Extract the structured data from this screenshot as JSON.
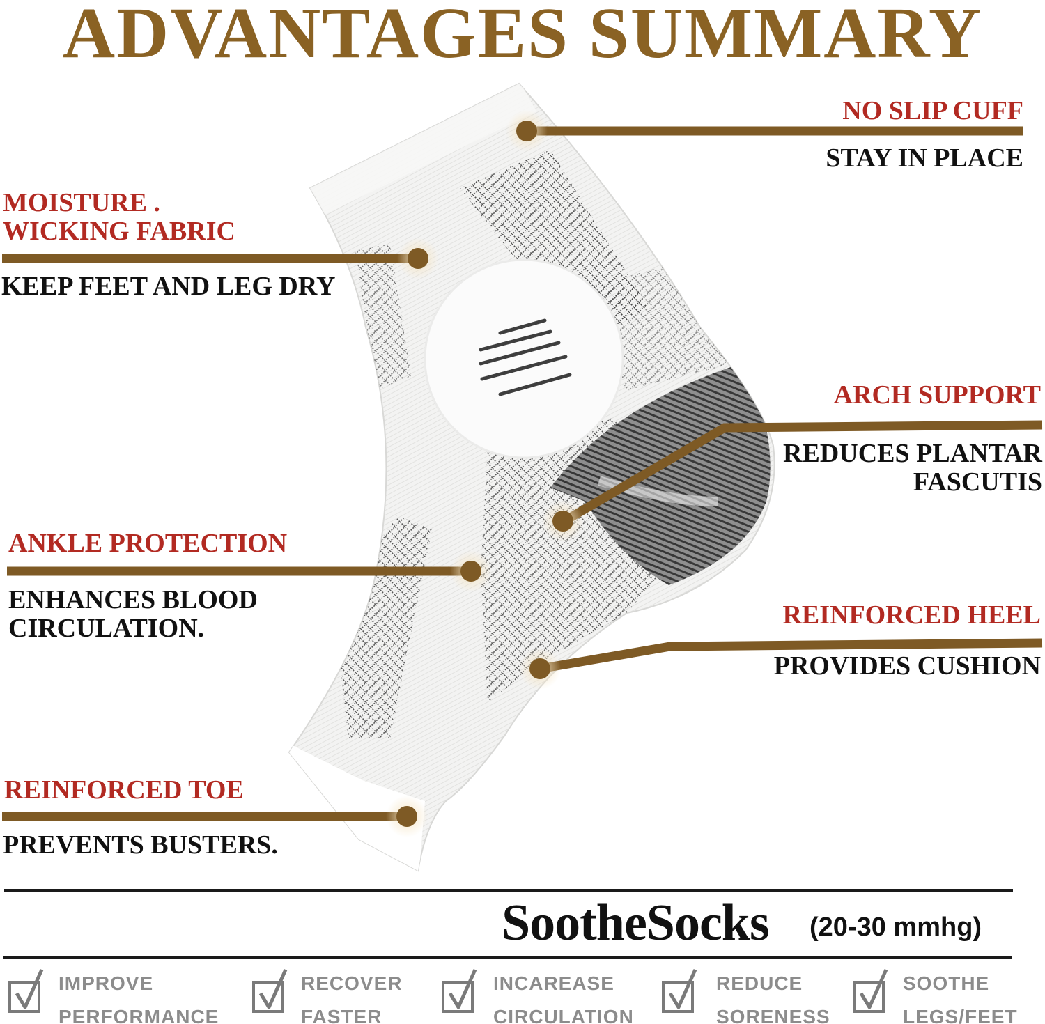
{
  "title": "ADVANTAGES SUMMARY",
  "colors": {
    "title": "#8a6224",
    "feature_label": "#b22a22",
    "description": "#111111",
    "leader_line": "#7e5a25",
    "benefit_text": "#8c8c8c"
  },
  "features": {
    "no_slip_cuff": {
      "label": "NO SLIP CUFF",
      "desc": "STAY IN PLACE"
    },
    "moisture": {
      "label_line1": "MOISTURE .",
      "label_line2": "WICKING FABRIC",
      "desc": "KEEP FEET AND LEG DRY"
    },
    "arch": {
      "label": "ARCH SUPPORT",
      "desc_line1": "REDUCES PLANTAR",
      "desc_line2": "FASCUTIS"
    },
    "ankle": {
      "label": "ANKLE PROTECTION",
      "desc_line1": "ENHANCES BLOOD",
      "desc_line2": "CIRCULATION."
    },
    "heel": {
      "label": "REINFORCED HEEL",
      "desc": "PROVIDES CUSHION"
    },
    "toe": {
      "label": "REINFORCED TOE",
      "desc": "PREVENTS BUSTERS."
    }
  },
  "brand": {
    "name": "SootheSocks",
    "pressure": "(20-30 mmhg)"
  },
  "benefits": [
    {
      "line1": "IMPROVE",
      "line2": "PERFORMANCE",
      "icon": "checkbox-icon"
    },
    {
      "line1": "RECOVER",
      "line2": "FASTER",
      "icon": "checkbox-icon"
    },
    {
      "line1": "INCAREASE",
      "line2": "CIRCULATION",
      "icon": "checkbox-icon"
    },
    {
      "line1": "REDUCE",
      "line2": "SORENESS",
      "icon": "checkbox-icon"
    },
    {
      "line1": "SOOTHE",
      "line2": "LEGS/FEET",
      "icon": "checkbox-icon"
    }
  ]
}
